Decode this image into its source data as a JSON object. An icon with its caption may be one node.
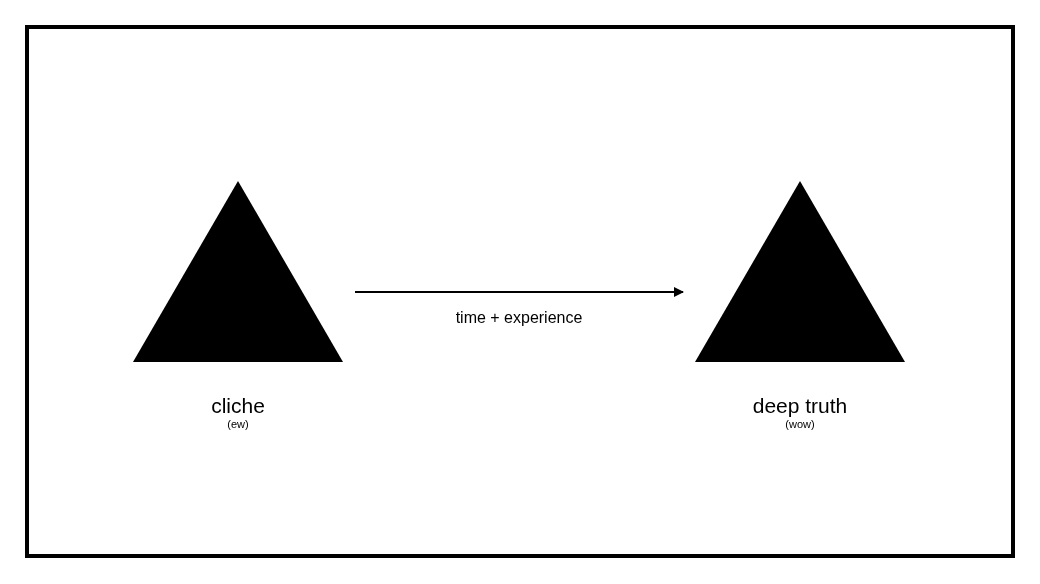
{
  "diagram": {
    "nodes": [
      {
        "text": [],
        "shape": "triangle",
        "beside": [
          "cliche",
          "(ew)"
        ]
      },
      {
        "text": [],
        "shape": "triangle",
        "beside": [
          "deep truth",
          "(wow)"
        ]
      }
    ],
    "edges": [
      {
        "from": 0,
        "to": 1,
        "arrow": "to",
        "label": "time + experience"
      }
    ]
  }
}
